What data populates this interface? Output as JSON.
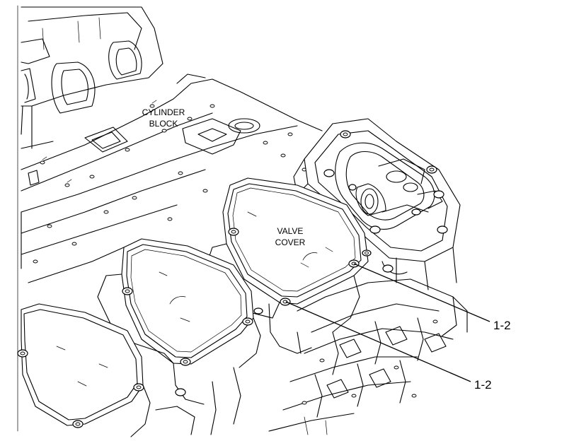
{
  "labels": {
    "cylinder_block_line1": "CYLINDER",
    "cylinder_block_line2": "BLOCK",
    "valve_cover_line1": "VALVE",
    "valve_cover_line2": "COVER"
  },
  "callouts": {
    "upper": "1-2",
    "lower": "1-2"
  }
}
